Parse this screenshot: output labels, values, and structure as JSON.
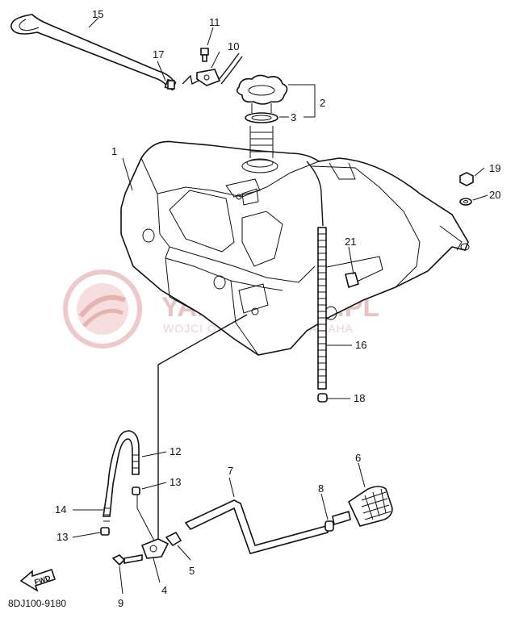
{
  "diagram": {
    "code": "8DJ100-9180",
    "fwd_label": "FWD",
    "watermark": {
      "main": "YAMA-SKLEP.PL",
      "sub": "WOJCI   OWICZ | D  LER YAMAHA"
    },
    "callouts": [
      "1",
      "2",
      "3",
      "4",
      "5",
      "6",
      "7",
      "8",
      "9",
      "10",
      "11",
      "12",
      "13",
      "13",
      "14",
      "15",
      "16",
      "17",
      "18",
      "19",
      "20",
      "21"
    ],
    "icons": [
      "fwd-arrow-icon",
      "watermark-logo-icon"
    ]
  }
}
